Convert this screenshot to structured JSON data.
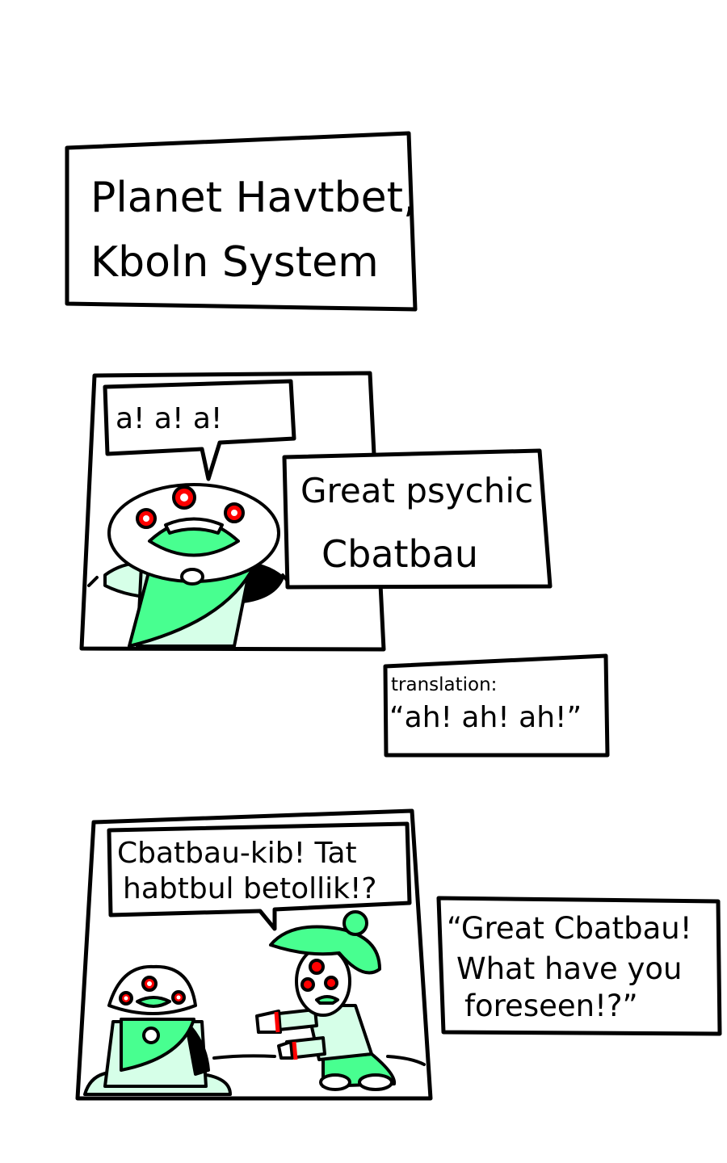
{
  "caption_location": {
    "line1": "Planet Havtbet,",
    "line2": "Kboln System"
  },
  "panel_1": {
    "speech": "a!  a!  a!",
    "caption": {
      "line1": "Great psychic",
      "line2": "Cbatbau"
    },
    "translation": {
      "label": "translation:",
      "text": "“ah! ah! ah!”"
    }
  },
  "panel_2": {
    "speech": {
      "line1": "Cbatbau-kib! Tat",
      "line2": "habtbul  betollik!?"
    },
    "caption": {
      "line1": "“Great  Cbatbau!",
      "line2": "What  have  you",
      "line3": "foreseen!?”"
    }
  },
  "colors": {
    "green": "#48FF90",
    "pale_green": "#D6FFE8",
    "red": "#FF0000"
  }
}
